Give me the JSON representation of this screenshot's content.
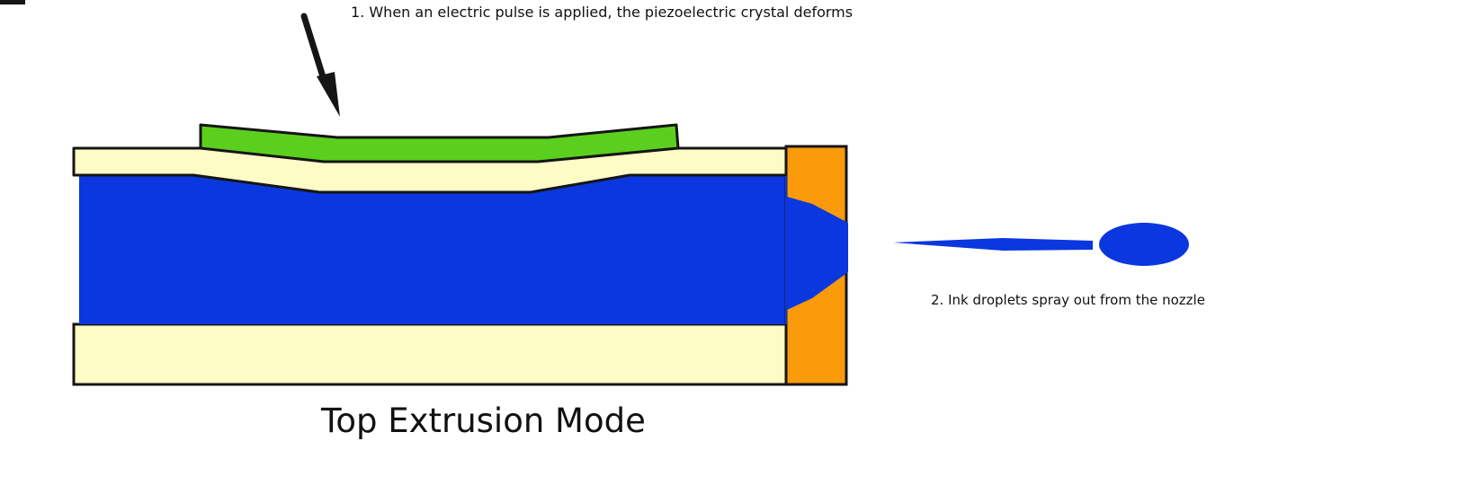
{
  "title": "Top Extrusion Mode",
  "annotations": {
    "step1": "1. When an electric pulse is applied, the piezoelectric crystal deforms",
    "step2": "2. Ink droplets spray out from the nozzle"
  },
  "colors": {
    "crystal": "#5bcf1e",
    "plate": "#fdfbc6",
    "ink": "#0a37de",
    "nozzle": "#fb9a0b",
    "outline": "#151515"
  }
}
